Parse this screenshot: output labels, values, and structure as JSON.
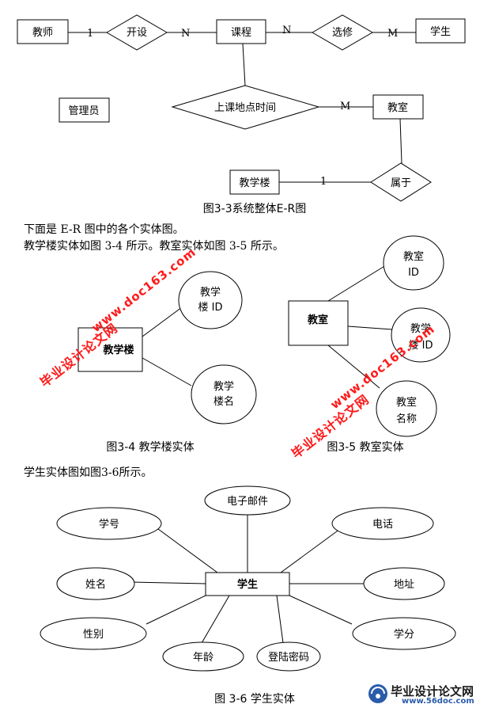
{
  "er_overall": {
    "entities": {
      "teacher": "教师",
      "course": "课程",
      "student": "学生",
      "admin": "管理员",
      "classroom": "教室",
      "building": "教学楼"
    },
    "relations": {
      "offer": "开设",
      "elective": "选修",
      "schedule": "上课地点时间",
      "belong": "属于"
    },
    "cardinalities": {
      "teacher_offer": "1",
      "offer_course": "N",
      "course_elective": "N",
      "elective_student": "M",
      "schedule_classroom": "M",
      "building_belong": "1"
    },
    "caption": "图3-3系统整体E-R图"
  },
  "text": {
    "line1": "下面是 E-R 图中的各个实体图。",
    "line2": "教学楼实体如图 3-4 所示。教室实体如图 3-5 所示。",
    "line3": "学生实体图如图3-6所示。"
  },
  "building_entity": {
    "name": "教学楼",
    "attr_id": [
      "教学",
      "楼 ID"
    ],
    "attr_name": [
      "教学",
      "楼名"
    ],
    "caption": "图3-4 教学楼实体"
  },
  "classroom_entity": {
    "name": "教室",
    "attr_id": [
      "教室",
      "ID"
    ],
    "attr_building": [
      "教学",
      "楼 ID"
    ],
    "attr_name": [
      "教室",
      "名称"
    ],
    "caption": "图3-5 教室实体"
  },
  "student_entity": {
    "name": "学生",
    "attrs": {
      "email": "电子邮件",
      "number": "学号",
      "phone": "电话",
      "name": "姓名",
      "address": "地址",
      "gender": "性别",
      "credit": "学分",
      "age": "年龄",
      "password": "登陆密码"
    },
    "caption": "图 3-6 学生实体"
  },
  "watermarks": {
    "site": "www.doc163.com",
    "brand": "毕业设计论文网",
    "site2": "www.56doc.com"
  },
  "colors": {
    "watermark": "#ff1a1a",
    "brand_blue": "#2a5caa"
  }
}
